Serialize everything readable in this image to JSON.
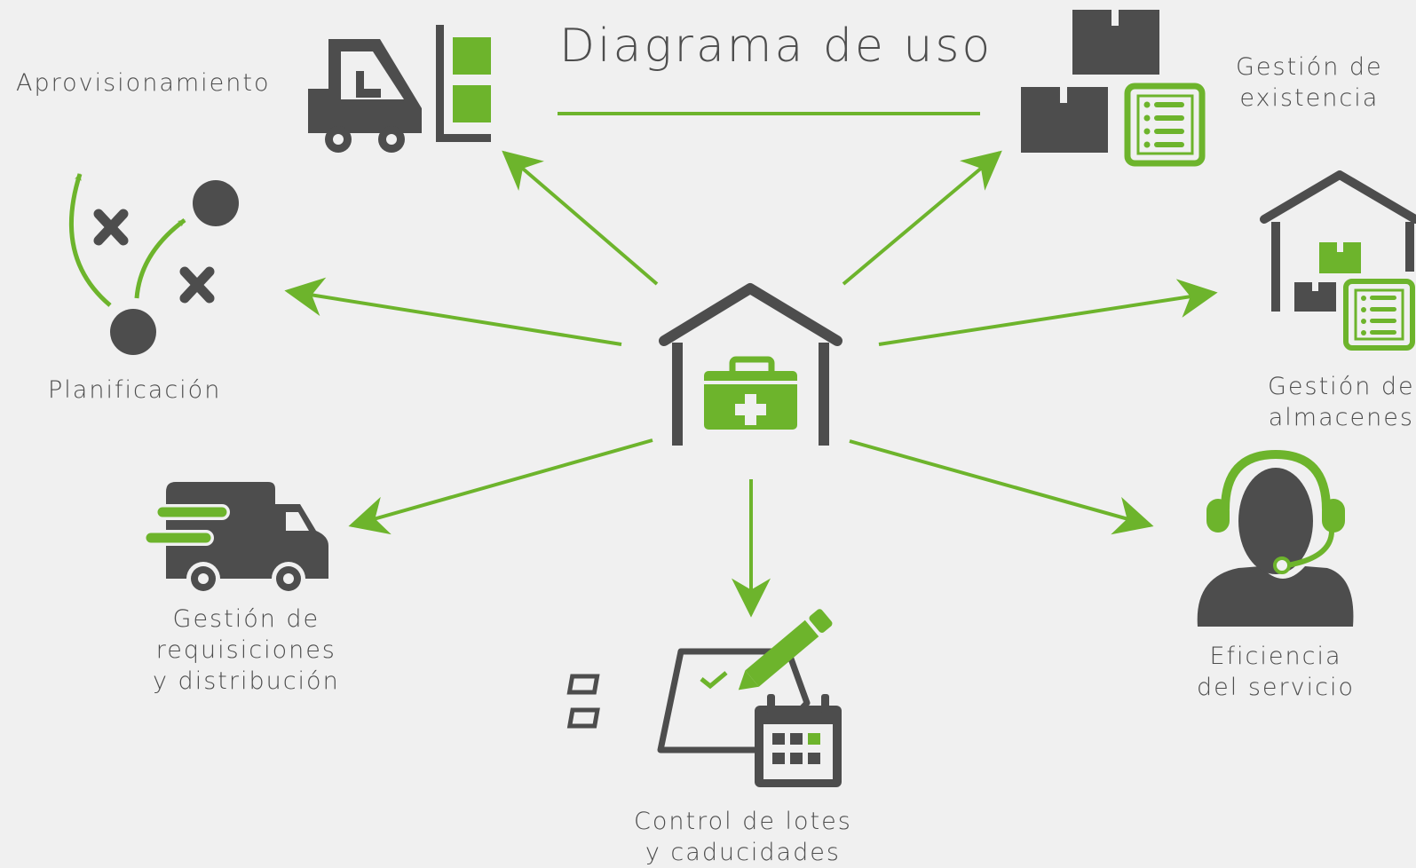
{
  "title": "Diagrama de uso",
  "colors": {
    "accent": "#6db42c",
    "dark": "#4d4d4d",
    "background": "#f0f0f0"
  },
  "center": {
    "icon": "warehouse-medical-kit-icon"
  },
  "nodes": {
    "aprovisionamiento": {
      "label": "Aprovisionamiento",
      "icon": "forklift-icon"
    },
    "gestion_existencia": {
      "line1": "Gestión de",
      "line2": "existencia",
      "icon": "boxes-list-icon"
    },
    "planificacion": {
      "label": "Planificación",
      "icon": "strategy-play-icon"
    },
    "gestion_almacenes": {
      "line1": "Gestión de",
      "line2": "almacenes",
      "icon": "warehouse-boxes-icon"
    },
    "requisiciones": {
      "line1": "Gestión de",
      "line2": "requisiciones",
      "line3": "y distribución",
      "icon": "delivery-truck-icon"
    },
    "lotes": {
      "line1": "Control de lotes",
      "line2": "y caducidades",
      "icon": "checklist-calendar-icon"
    },
    "eficiencia": {
      "line1": "Eficiencia",
      "line2": "del servicio",
      "icon": "customer-support-icon"
    }
  }
}
